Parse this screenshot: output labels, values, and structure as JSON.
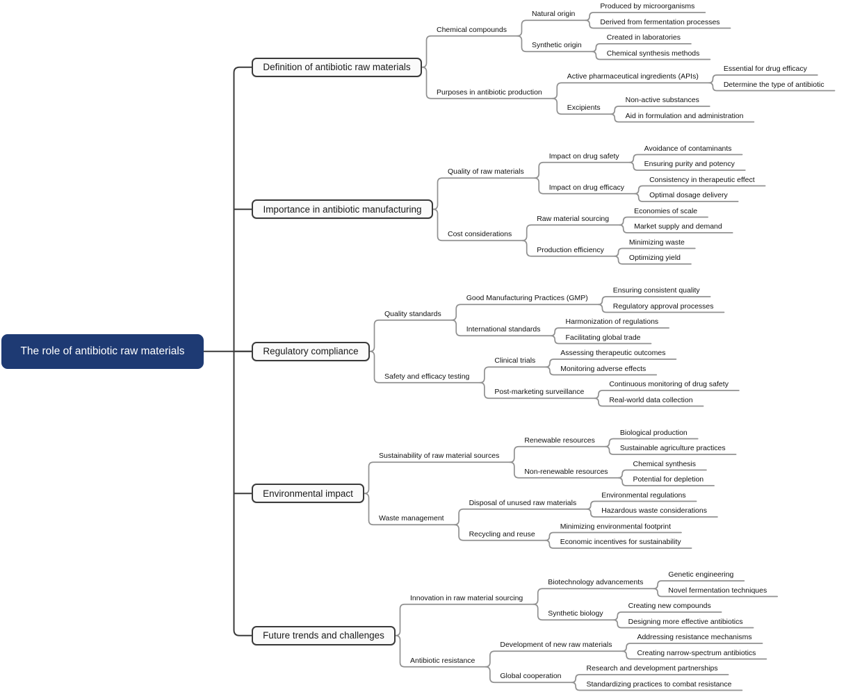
{
  "colors": {
    "background": "#ffffff",
    "root_fill": "#1e3a73",
    "root_text": "#ffffff",
    "box_fill": "#fafafa",
    "box_border": "#3a3a3a",
    "box_text": "#1a1a1a",
    "node_text": "#111111",
    "link_line": "#909090",
    "spine_line": "#3a3a3a"
  },
  "map": {
    "root": {
      "label": "The role of antibiotic raw materials",
      "children": [
        {
          "label": "Definition of antibiotic raw materials",
          "children": [
            {
              "label": "Chemical compounds",
              "children": [
                {
                  "label": "Natural origin",
                  "children": [
                    {
                      "label": "Produced by microorganisms"
                    },
                    {
                      "label": "Derived from fermentation processes"
                    }
                  ]
                },
                {
                  "label": "Synthetic origin",
                  "children": [
                    {
                      "label": "Created in laboratories"
                    },
                    {
                      "label": "Chemical synthesis methods"
                    }
                  ]
                }
              ]
            },
            {
              "label": "Purposes in antibiotic production",
              "children": [
                {
                  "label": "Active pharmaceutical ingredients (APIs)",
                  "children": [
                    {
                      "label": "Essential for drug efficacy"
                    },
                    {
                      "label": "Determine the type of antibiotic"
                    }
                  ]
                },
                {
                  "label": "Excipients",
                  "children": [
                    {
                      "label": "Non-active substances"
                    },
                    {
                      "label": "Aid in formulation and administration"
                    }
                  ]
                }
              ]
            }
          ]
        },
        {
          "label": "Importance in antibiotic manufacturing",
          "children": [
            {
              "label": "Quality of raw materials",
              "children": [
                {
                  "label": "Impact on drug safety",
                  "children": [
                    {
                      "label": "Avoidance of contaminants"
                    },
                    {
                      "label": "Ensuring purity and potency"
                    }
                  ]
                },
                {
                  "label": "Impact on drug efficacy",
                  "children": [
                    {
                      "label": "Consistency in therapeutic effect"
                    },
                    {
                      "label": "Optimal dosage delivery"
                    }
                  ]
                }
              ]
            },
            {
              "label": "Cost considerations",
              "children": [
                {
                  "label": "Raw material sourcing",
                  "children": [
                    {
                      "label": "Economies of scale"
                    },
                    {
                      "label": "Market supply and demand"
                    }
                  ]
                },
                {
                  "label": "Production efficiency",
                  "children": [
                    {
                      "label": "Minimizing waste"
                    },
                    {
                      "label": "Optimizing yield"
                    }
                  ]
                }
              ]
            }
          ]
        },
        {
          "label": "Regulatory compliance",
          "children": [
            {
              "label": "Quality standards",
              "children": [
                {
                  "label": "Good Manufacturing Practices (GMP)",
                  "children": [
                    {
                      "label": "Ensuring consistent quality"
                    },
                    {
                      "label": "Regulatory approval processes"
                    }
                  ]
                },
                {
                  "label": "International standards",
                  "children": [
                    {
                      "label": "Harmonization of regulations"
                    },
                    {
                      "label": "Facilitating global trade"
                    }
                  ]
                }
              ]
            },
            {
              "label": "Safety and efficacy testing",
              "children": [
                {
                  "label": "Clinical trials",
                  "children": [
                    {
                      "label": "Assessing therapeutic outcomes"
                    },
                    {
                      "label": "Monitoring adverse effects"
                    }
                  ]
                },
                {
                  "label": "Post-marketing surveillance",
                  "children": [
                    {
                      "label": "Continuous monitoring of drug safety"
                    },
                    {
                      "label": "Real-world data collection"
                    }
                  ]
                }
              ]
            }
          ]
        },
        {
          "label": "Environmental impact",
          "children": [
            {
              "label": "Sustainability of raw material sources",
              "children": [
                {
                  "label": "Renewable resources",
                  "children": [
                    {
                      "label": "Biological production"
                    },
                    {
                      "label": "Sustainable agriculture practices"
                    }
                  ]
                },
                {
                  "label": "Non-renewable resources",
                  "children": [
                    {
                      "label": "Chemical synthesis"
                    },
                    {
                      "label": "Potential for depletion"
                    }
                  ]
                }
              ]
            },
            {
              "label": "Waste management",
              "children": [
                {
                  "label": "Disposal of unused raw materials",
                  "children": [
                    {
                      "label": "Environmental regulations"
                    },
                    {
                      "label": "Hazardous waste considerations"
                    }
                  ]
                },
                {
                  "label": "Recycling and reuse",
                  "children": [
                    {
                      "label": "Minimizing environmental footprint"
                    },
                    {
                      "label": "Economic incentives for sustainability"
                    }
                  ]
                }
              ]
            }
          ]
        },
        {
          "label": "Future trends and challenges",
          "children": [
            {
              "label": "Innovation in raw material sourcing",
              "children": [
                {
                  "label": "Biotechnology advancements",
                  "children": [
                    {
                      "label": "Genetic engineering"
                    },
                    {
                      "label": "Novel fermentation techniques"
                    }
                  ]
                },
                {
                  "label": "Synthetic biology",
                  "children": [
                    {
                      "label": "Creating new compounds"
                    },
                    {
                      "label": "Designing more effective antibiotics"
                    }
                  ]
                }
              ]
            },
            {
              "label": "Antibiotic resistance",
              "children": [
                {
                  "label": "Development of new raw materials",
                  "children": [
                    {
                      "label": "Addressing resistance mechanisms"
                    },
                    {
                      "label": "Creating narrow-spectrum antibiotics"
                    }
                  ]
                },
                {
                  "label": "Global cooperation",
                  "children": [
                    {
                      "label": "Research and development partnerships"
                    },
                    {
                      "label": "Standardizing practices to combat resistance"
                    }
                  ]
                }
              ]
            }
          ]
        }
      ]
    }
  }
}
